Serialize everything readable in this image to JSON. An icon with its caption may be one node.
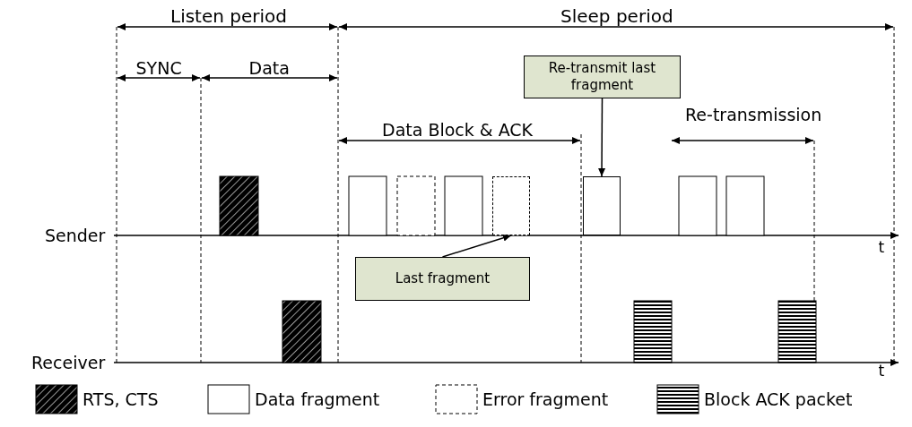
{
  "diagram": {
    "nodes": [
      {
        "text": [
          "Re-transmit last fragment"
        ]
      },
      {
        "text": [],
        "shape": "box"
      },
      {
        "text": [
          "Last fragment"
        ]
      },
      {
        "text": [],
        "shape": "box"
      }
    ],
    "edges": [
      {
        "from": 0,
        "to": 3,
        "arrow": "to"
      },
      {
        "from": 2,
        "to": 1,
        "arrow": "to"
      }
    ],
    "labels": [
      "Listen period",
      "Sleep period",
      "SYNC",
      "Data",
      "Data Block & ACK",
      "Re-transmission",
      "Sender",
      "t",
      "Receiver",
      "t"
    ],
    "legend": [
      {
        "text": "RTS, CTS"
      },
      {
        "text": "Data fragment"
      },
      {
        "text": "Error fragment"
      },
      {
        "text": "Block ACK packet"
      }
    ]
  }
}
